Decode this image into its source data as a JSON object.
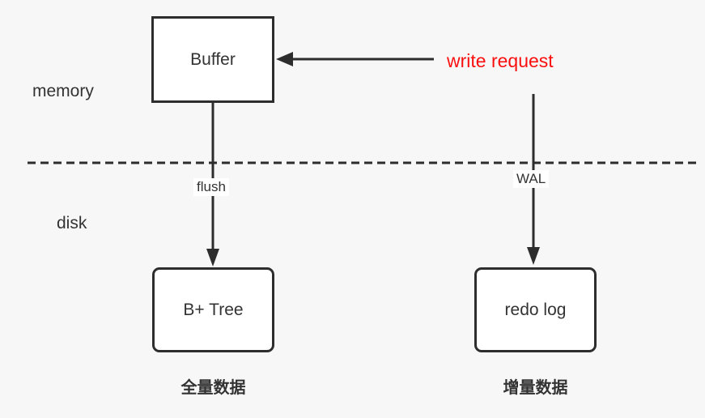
{
  "colors": {
    "background": "#f7f7f7",
    "box_fill": "#ffffff",
    "stroke": "#2d2d2d",
    "text": "#333333",
    "accent_red": "#fa0f0f"
  },
  "regions": {
    "memory_label": "memory",
    "disk_label": "disk"
  },
  "nodes": {
    "buffer": {
      "label": "Buffer"
    },
    "bplus_tree": {
      "label": "B+ Tree",
      "caption": "全量数据"
    },
    "redo_log": {
      "label": "redo log",
      "caption": "增量数据"
    }
  },
  "edges": {
    "write_request": {
      "label": "write request"
    },
    "flush": {
      "label": "flush"
    },
    "wal": {
      "label": "WAL"
    }
  }
}
